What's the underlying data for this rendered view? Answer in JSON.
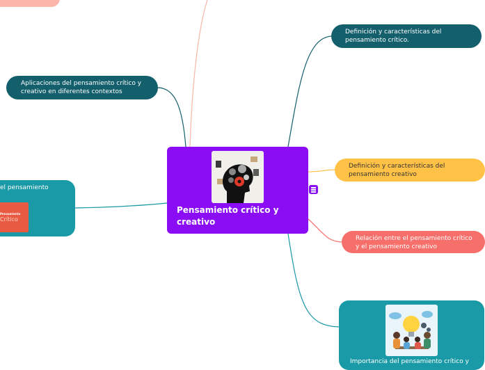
{
  "central": {
    "title": "Pensamiento crítico y creativo",
    "image_icon": "head-with-gears-icon",
    "color": "#8a0df5"
  },
  "note_icon": "notes-icon",
  "nodes": {
    "definicion_critico": {
      "label": "Definición y características del pensamiento crítico.",
      "color": "#135f6c"
    },
    "definicion_creativo": {
      "label": "Definición y características del pensamiento creativo",
      "color": "#ffc247"
    },
    "relacion": {
      "label": "Relación entre el pensamiento crítico y el pensamiento creativo",
      "color": "#f76f6a"
    },
    "importancia": {
      "label": "Importancia del pensamiento crítico y",
      "color": "#1a9aa6",
      "image_icon": "lightbulb-teamwork-icon"
    },
    "aplicaciones": {
      "label": "Aplicaciones del pensamiento crítico y creativo en diferentes contextos",
      "color": "#135f6c"
    },
    "left_partial": {
      "label": "el pensamiento",
      "color": "#1a9aa6",
      "image_caption_small": "Pensamiento",
      "image_caption": "Crítico"
    },
    "top_left_partial": {
      "label": "",
      "color": "#f9b6a9"
    }
  }
}
